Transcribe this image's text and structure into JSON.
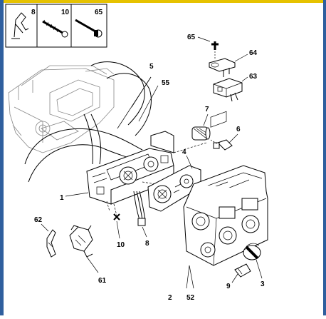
{
  "callouts": {
    "c8_top": "8",
    "c10_top": "10",
    "c65_top": "65",
    "c65": "65",
    "c64": "64",
    "c63": "63",
    "c5": "5",
    "c55": "55",
    "c7": "7",
    "c6": "6",
    "c4": "4",
    "c1": "1",
    "c62": "62",
    "c10": "10",
    "c8": "8",
    "c61": "61",
    "c9": "9",
    "c3": "3",
    "c2": "2",
    "c52": "52"
  }
}
